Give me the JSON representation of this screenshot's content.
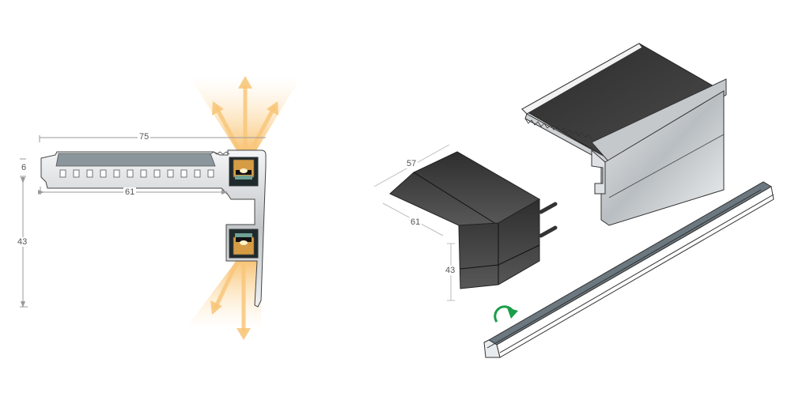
{
  "diagram": {
    "title": "Illuminated stair nosing profile with end cap and LED diffuser",
    "cross_section": {
      "dimensions": {
        "total_width": "75",
        "tread_width": "61",
        "tread_height": "6",
        "riser_height": "43"
      },
      "light_emission": [
        "up",
        "down"
      ]
    },
    "isometric": {
      "end_cap_dimensions": {
        "depth": "57",
        "width": "61",
        "height": "43"
      },
      "parts": [
        "end-cap",
        "nosing-profile",
        "led-diffuser-channel"
      ],
      "rotate_indicator_color": "#1a9e4a"
    },
    "colors": {
      "aluminium": "#c8cbce",
      "insert_grey": "#8a939a",
      "end_cap_dark": "#3c3c3c",
      "light_glow": "#f7b54a",
      "dimension_line": "#9a9a9a"
    }
  }
}
